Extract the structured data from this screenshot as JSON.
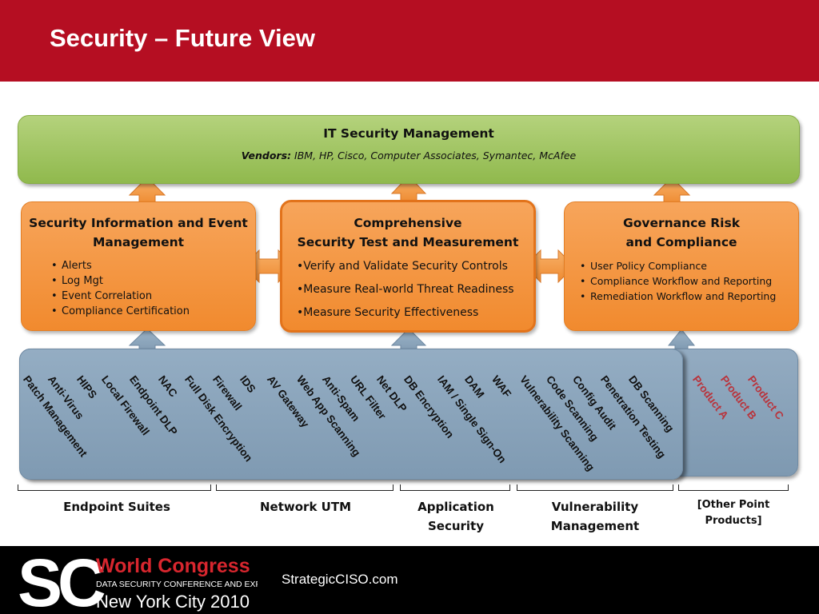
{
  "header": {
    "title": "Security – Future View"
  },
  "it_security": {
    "title": "IT Security Management",
    "vendors_label": "Vendors:",
    "vendors": "IBM, HP, Cisco, Computer Associates, Symantec, McAfee"
  },
  "siem": {
    "title_line1": "Security Information and Event",
    "title_line2": "Management",
    "items": [
      "Alerts",
      "Log Mgt",
      "Event Correlation",
      "Compliance Certification"
    ]
  },
  "cstm": {
    "title_line1": "Comprehensive",
    "title_line2": "Security Test and Measurement",
    "items": [
      "Verify and Validate Security Controls",
      "Measure Real-world Threat Readiness",
      "Measure Security Effectiveness"
    ]
  },
  "grc": {
    "title_line1": "Governance Risk",
    "title_line2": "and Compliance",
    "items": [
      "User Policy Compliance",
      "Compliance Workflow and Reporting",
      "Remediation Workflow and Reporting"
    ]
  },
  "products": [
    "Patch Management",
    "Anti-Virus",
    "HIPS",
    "Local Firewall",
    "Endpoint DLP",
    "NAC",
    "Full Disk Encryption",
    "Firewall",
    "IDS",
    "AV Gateway",
    "Web App Scanning",
    "Anti-Spam",
    "URL Filter",
    "Net DLP",
    "DB Encryption",
    "IAM / Single Sign-On",
    "DAM",
    "WAF",
    "Vulnerability Scanning",
    "Code Scanning",
    "Config Audit",
    "Penetration Testing",
    "DB Scanning"
  ],
  "other_products": [
    "Product A",
    "Product B",
    "Product C"
  ],
  "categories": {
    "endpoint": "Endpoint Suites",
    "network": "Network UTM",
    "app_line1": "Application",
    "app_line2": "Security",
    "vuln_line1": "Vulnerability",
    "vuln_line2": "Management",
    "other_line1": "[Other Point",
    "other_line2": "Products]"
  },
  "footer": {
    "logo_mark": "SC",
    "logo_line1": "World Congress",
    "logo_line2": "DATA SECURITY CONFERENCE AND EXPO",
    "logo_line3": "New York City 2010",
    "url": "StrategicCISO.com"
  },
  "colors": {
    "header_red": "#b50e22",
    "green_box": "#a3c566",
    "orange_box": "#f39a45",
    "blue_box": "#88a2b9",
    "other_product_red": "#b9333b"
  }
}
